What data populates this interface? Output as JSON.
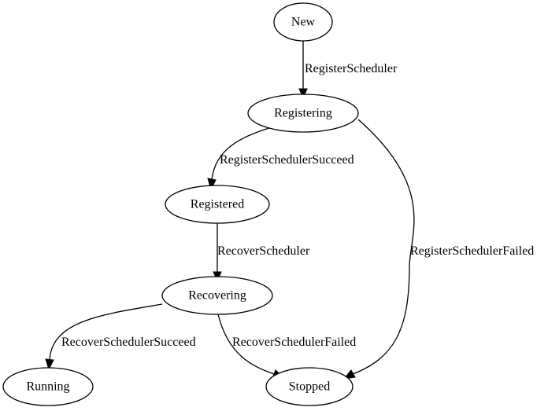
{
  "diagram": {
    "type": "state-machine",
    "nodes": [
      {
        "id": "new",
        "label": "New"
      },
      {
        "id": "registering",
        "label": "Registering"
      },
      {
        "id": "registered",
        "label": "Registered"
      },
      {
        "id": "recovering",
        "label": "Recovering"
      },
      {
        "id": "running",
        "label": "Running"
      },
      {
        "id": "stopped",
        "label": "Stopped"
      }
    ],
    "edges": [
      {
        "from": "new",
        "to": "registering",
        "label": "RegisterScheduler"
      },
      {
        "from": "registering",
        "to": "registered",
        "label": "RegisterSchedulerSucceed"
      },
      {
        "from": "registering",
        "to": "stopped",
        "label": "RegisterSchedulerFailed"
      },
      {
        "from": "registered",
        "to": "recovering",
        "label": "RecoverScheduler"
      },
      {
        "from": "recovering",
        "to": "running",
        "label": "RecoverSchedulerSucceed"
      },
      {
        "from": "recovering",
        "to": "stopped",
        "label": "RecoverSchedulerFailed"
      }
    ]
  }
}
